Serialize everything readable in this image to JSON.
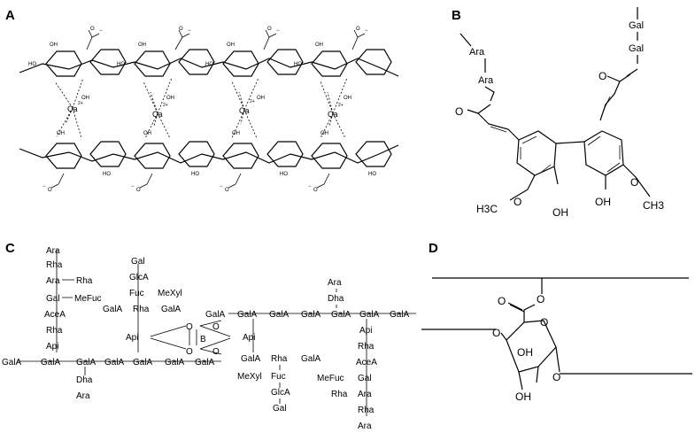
{
  "panels": {
    "a": {
      "label": "A"
    },
    "b": {
      "label": "B"
    },
    "c": {
      "label": "C"
    },
    "d": {
      "label": "D"
    }
  },
  "panel_a": {
    "ion": "Ca",
    "charge": "2+",
    "carboxylate": "COO",
    "minus": "−",
    "hydroxyl": "OH",
    "ho": "HO",
    "oxygen": "O"
  },
  "panel_b": {
    "left_chain": [
      "Ara",
      "Ara"
    ],
    "right_chain": [
      "Gal",
      "Gal"
    ],
    "methoxy_left": "H3C",
    "methoxy_left_o": "O",
    "methoxy_right_o": "O",
    "methoxy_right": "CH3",
    "oh_1": "OH",
    "oh_2": "OH",
    "ester_o": "O"
  },
  "panel_c": {
    "backbone_left": [
      "GalA",
      "GalA",
      "GalA",
      "GalA",
      "GalA",
      "GalA",
      "GalA"
    ],
    "backbone_right": [
      "GalA",
      "GalA",
      "GalA",
      "GalA",
      "GalA",
      "GalA",
      "GalA"
    ],
    "left_branch_up": [
      "Ara",
      "Rha",
      "Ara",
      "Rha",
      "Gal",
      "MeFuc",
      "AceA",
      "Rha",
      "Api"
    ],
    "left_branch_down": [
      "Dha",
      "Ara"
    ],
    "middle_branch": [
      "Gal",
      "GlcA",
      "Fuc",
      "MeXyl",
      "GalA",
      "Rha",
      "GalA"
    ],
    "borate": {
      "api_left": "Api",
      "api_right": "Api",
      "o": "O",
      "b": "B"
    },
    "right_branch_down": [
      "GalA",
      "Rha",
      "GalA",
      "MeXyl",
      "Fuc",
      "GlcA",
      "Gal"
    ],
    "far_right_up": [
      "Ara",
      "Dha"
    ],
    "far_right_down": [
      "Api",
      "Rha",
      "AceA",
      "MeFuc",
      "Gal",
      "Rha",
      "Ara",
      "Rha",
      "Ara"
    ]
  },
  "panel_d": {
    "ring_o": "O",
    "carbonyl_o": "O",
    "ester_o": "O",
    "oh_1": "OH",
    "oh_2": "OH",
    "glycosidic_o_left": "O",
    "glycosidic_o_right": "O"
  }
}
